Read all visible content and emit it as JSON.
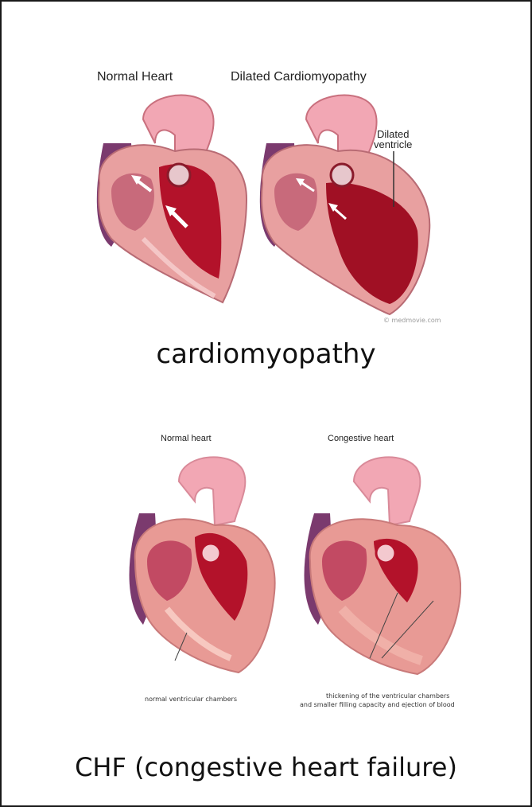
{
  "figure1": {
    "label_left": "Normal Heart",
    "label_right": "Dilated Cardiomyopathy",
    "callout": "Dilated\nventricle",
    "credit": "© medmovie.com",
    "caption": "cardiomyopathy"
  },
  "figure2": {
    "label_left": "Normal heart",
    "label_right": "Congestive heart",
    "note_left": "normal ventricular chambers",
    "note_right_line1": "thickening of the ventricular chambers",
    "note_right_line2": "and smaller filling capacity and ejection of blood",
    "caption": "CHF (congestive heart failure)"
  },
  "colors": {
    "heart_pink": "#e8a0a0",
    "aorta_pink": "#f2a7b4",
    "chamber_red": "#b3122a",
    "wall_dark": "#8a1b2b",
    "vein_purple": "#7b3a6e",
    "frame": "#1a1a1a"
  }
}
